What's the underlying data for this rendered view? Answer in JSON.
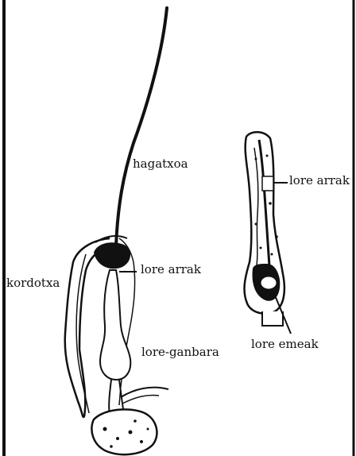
{
  "labels": {
    "hagatxoa": "hagatxoa",
    "kordotxa": "kordotxa",
    "lore_arrak_left": "lore arrak",
    "lore_ganbara": "lore-ganbara",
    "lore_arrak_right": "lore arrak",
    "lore_emeak": "lore emeak"
  },
  "colors": {
    "ink": "#111111",
    "paper": "#ffffff"
  }
}
